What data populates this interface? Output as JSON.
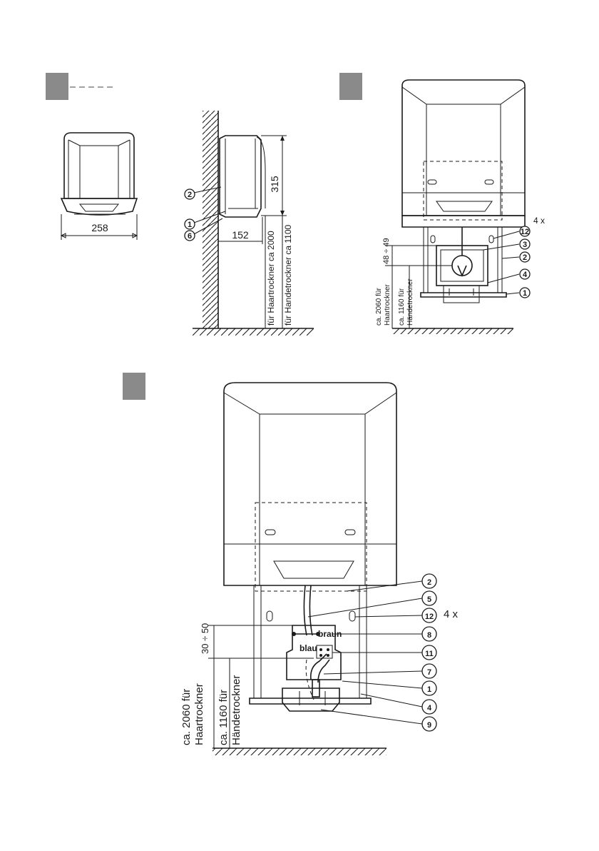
{
  "figure_markers": {
    "top_left": {
      "color": "#8a8a8a"
    },
    "top_right": {
      "color": "#8a8a8a"
    },
    "bottom": {
      "color": "#8a8a8a"
    }
  },
  "front_view": {
    "width_label": "258"
  },
  "side_view": {
    "height_label": "315",
    "depth_label": "152",
    "hair_dryer_height": "für Haartrockner ca  2000",
    "hand_dryer_height": "für Handetrockner ca  1100",
    "callouts": [
      "2",
      "1",
      "6"
    ]
  },
  "mount_view_small": {
    "range_label": "48 ÷ 49",
    "hair_dryer_line1": "ca. 2060 für",
    "hair_dryer_line2": "Haartrockner",
    "hand_dryer_line1": "ca. 1160 für",
    "hand_dryer_line2": "Händetrockner",
    "count_label": "4 x",
    "callouts": [
      "12",
      "3",
      "2",
      "4",
      "1"
    ]
  },
  "mount_view_large": {
    "range_label": "30 ÷ 50",
    "hair_dryer_line1": "ca. 2060 für",
    "hair_dryer_line2": "Haartrockner",
    "hand_dryer_line1": "ca. 1160 für",
    "hand_dryer_line2": "Händetrockner",
    "wire_brown": "braun",
    "wire_blue": "blau",
    "count_label": "4 x",
    "callouts": [
      "2",
      "5",
      "12",
      "8",
      "11",
      "7",
      "1",
      "4",
      "9"
    ]
  }
}
